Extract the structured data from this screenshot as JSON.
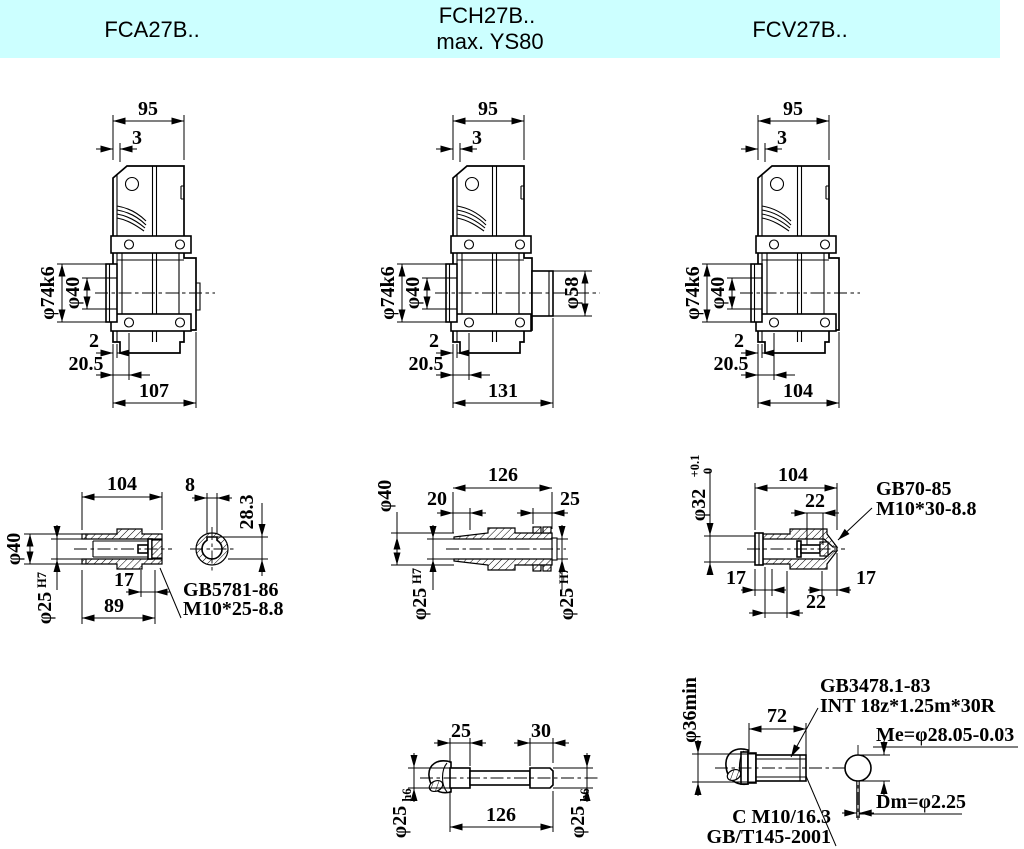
{
  "colors": {
    "header_bg": "#ccffff",
    "line": "#000000"
  },
  "header": {
    "columns": [
      {
        "lines": [
          "FCA27B.."
        ]
      },
      {
        "lines": [
          "FCH27B..",
          "max. YS80"
        ]
      },
      {
        "lines": [
          "FCV27B.."
        ]
      }
    ]
  },
  "side_fca": {
    "w": "95",
    "t": "3",
    "dc": "φ74k6",
    "db": "φ40",
    "g": "2",
    "e": "20.5",
    "len": "107"
  },
  "side_fch": {
    "w": "95",
    "t": "3",
    "dc": "φ74k6",
    "db": "φ40",
    "ds": "φ58",
    "g": "2",
    "e": "20.5",
    "len": "131"
  },
  "side_fcv": {
    "w": "95",
    "t": "3",
    "dc": "φ74k6",
    "db": "φ40",
    "g": "2",
    "e": "20.5",
    "len": "104"
  },
  "hollow_fca": {
    "len": "104",
    "kw": "8",
    "kd": "28.3",
    "od": "φ40",
    "s17": "17",
    "s89": "89",
    "bore": "φ25",
    "bore_fit": "H7",
    "n1": "GB5781-86",
    "n2": "M10*25-8.8"
  },
  "hollow_fch": {
    "od": "φ40",
    "len": "126",
    "a": "20",
    "b": "25",
    "bl": "φ25",
    "bl_fit": "H7",
    "br": "φ25",
    "br_fit": "H7"
  },
  "hollow_fcv": {
    "od": "φ32",
    "tol_top": "+0.1",
    "tol_bot": "0",
    "len": "104",
    "t": "22",
    "l17": "17",
    "r17": "17",
    "b22": "22",
    "n1": "GB70-85",
    "n2": "M10*30-8.8"
  },
  "solid_fch": {
    "a": "25",
    "b": "30",
    "dl": "φ25",
    "dl_fit": "h6",
    "len": "126",
    "dr": "φ25",
    "dr_fit": "h6"
  },
  "spline_fcv": {
    "od": "φ36min",
    "len": "72",
    "n1": "GB3478.1-83",
    "n2": "INT 18z*1.25m*30R",
    "me": "Me=φ28.05-0.03",
    "dm": "Dm=φ2.25",
    "n3": "C M10/16.3",
    "n4": "GB/T145-2001"
  }
}
